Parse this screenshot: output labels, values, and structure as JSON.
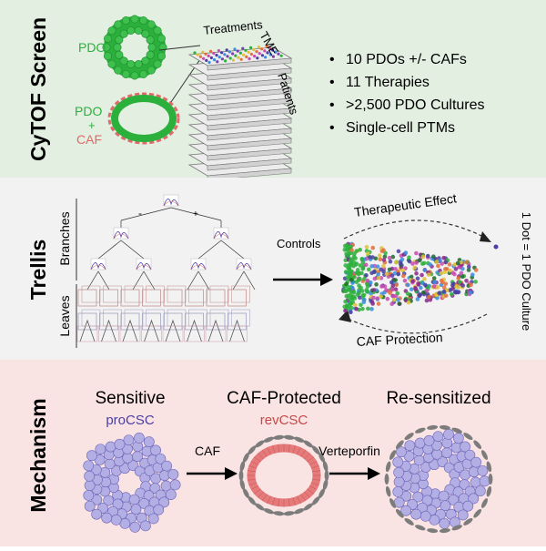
{
  "sections": {
    "cytof": {
      "title": "CyTOF Screen",
      "label_pdo": "PDO",
      "label_pdo2": "PDO",
      "label_plus": "+",
      "label_caf": "CAF",
      "axis_treatments": "Treatments",
      "axis_tme": "TME",
      "axis_patients": "Patients",
      "bullets": [
        "10 PDOs +/- CAFs",
        "11 Therapies",
        ">2,500 PDO Cultures",
        "Single-cell PTMs"
      ]
    },
    "trellis": {
      "title": "Trellis",
      "label_branches": "Branches",
      "label_leaves": "Leaves",
      "label_controls": "Controls",
      "label_effect": "Therapeutic Effect",
      "label_protection": "CAF Protection",
      "label_dot": "1 Dot = 1 PDO Culture",
      "sign_minus": "-",
      "sign_plus": "+"
    },
    "mechanism": {
      "title": "Mechanism",
      "sensitive": "Sensitive",
      "procsc": "proCSC",
      "protected": "CAF-Protected",
      "revcsc": "revCSC",
      "resensitized": "Re-sensitized",
      "arrow_caf": "CAF",
      "arrow_verteporfin": "Verteporfin"
    }
  },
  "colors": {
    "cytof_bg": "#e2efe1",
    "trellis_bg": "#f2f2f2",
    "mechanism_bg": "#fae3e3",
    "pdo_green": "#2bb03c",
    "caf_red": "#e06a6a",
    "csc_purple": "#4b3fa5",
    "cell_lavender": "#b3aee3"
  }
}
